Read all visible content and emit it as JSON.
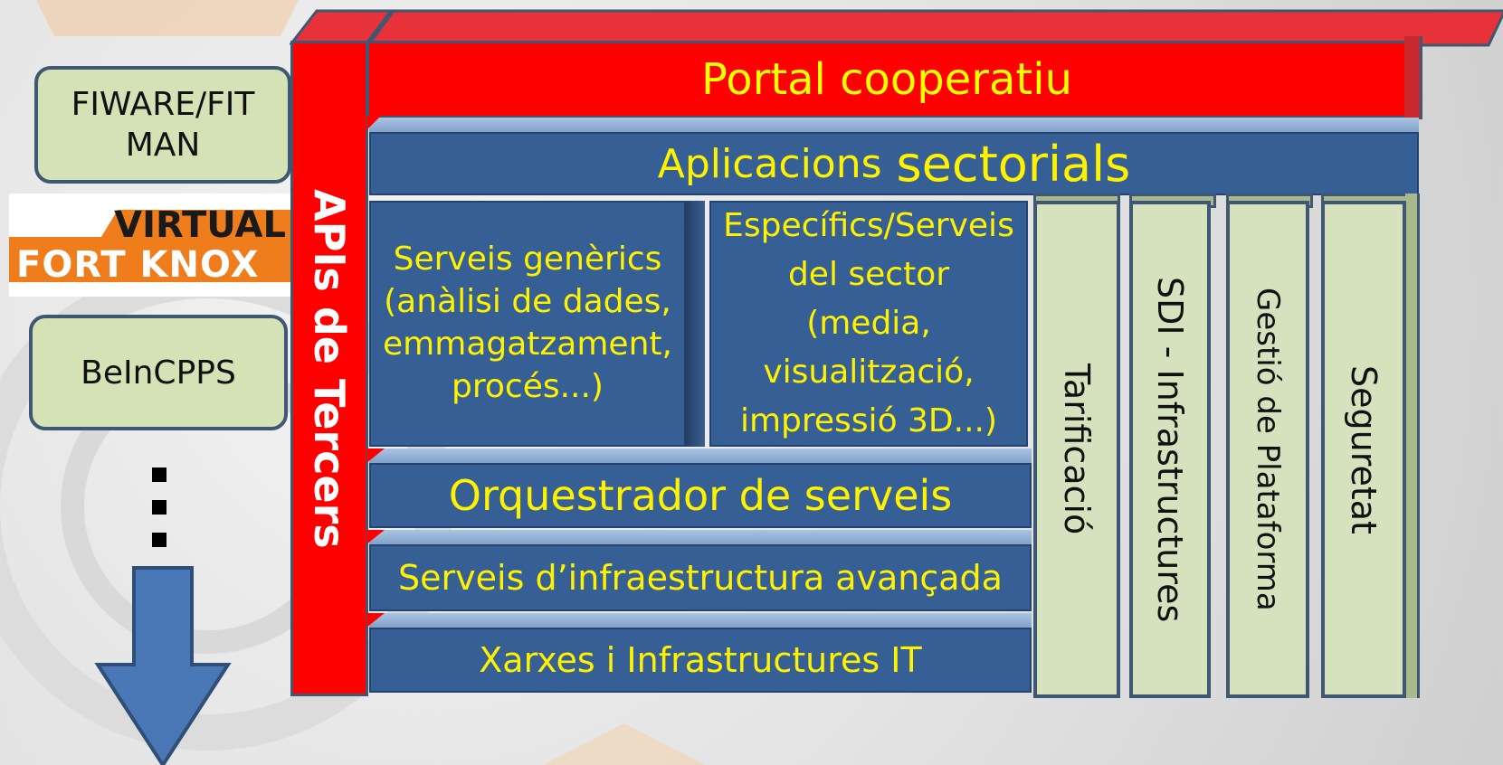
{
  "left_column": {
    "fiware_label": "FIWARE/FIT MAN",
    "fortknox_logo": {
      "line1": "VIRTUAL",
      "line2": "FORT KNOX"
    },
    "beincpps_label": "BeInCPPS",
    "ellipsis_icon": "vertical-ellipsis-icon",
    "arrow_icon": "down-arrow-icon"
  },
  "apis_label": "APIs de Tercers",
  "portal_label": "Portal cooperatiu",
  "aplicacions": {
    "word1": "Aplicacions",
    "word2": "sectorials"
  },
  "serveis_generics": [
    "Serveis genèrics",
    "(anàlisi de dades,",
    "emmagatzament,",
    "procés...)"
  ],
  "especifics": [
    "Específics/Serveis",
    "del sector",
    "(media,",
    "visualització,",
    "impressió 3D...)"
  ],
  "orquestrador_label": "Orquestrador de serveis",
  "infraestructura_label": "Serveis d’infraestructura avançada",
  "xarxes_label": "Xarxes i Infrastructures IT",
  "vertical_bars": [
    "Tarificació",
    "SDI - Infrastructures",
    "Gestió de Plataforma",
    "Seguretat"
  ],
  "colors": {
    "red": "#ff0000",
    "yellow_text": "#ffff00",
    "green_box": "#d4e2b6",
    "border_blue": "#3e5873",
    "slab_blue": "#365f96"
  }
}
